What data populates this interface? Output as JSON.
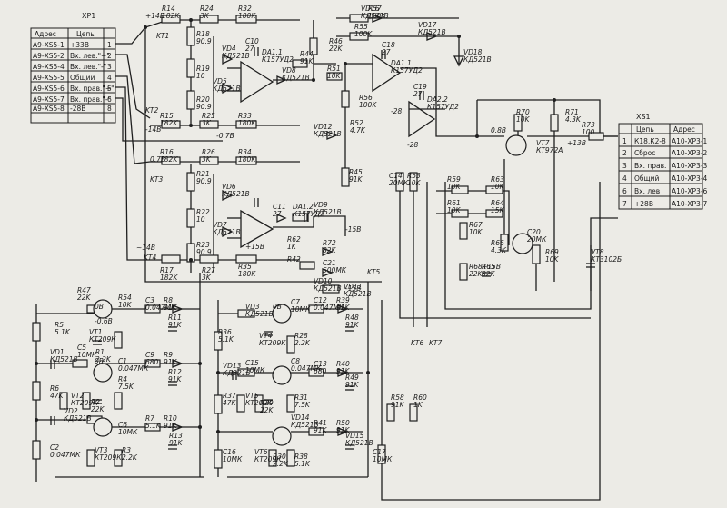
{
  "xp1": {
    "title": "XP1",
    "header": {
      "addr": "Адрес",
      "net": "Цепь"
    },
    "rows": [
      {
        "addr": "А9-XS5-1",
        "net": "+33В",
        "n": "1"
      },
      {
        "addr": "А9-XS5-2",
        "net": "Вх. лев.\"+\"",
        "n": "2"
      },
      {
        "addr": "А9-XS5-4",
        "net": "Вх. лев.\"-\"",
        "n": "3"
      },
      {
        "addr": "А9-XS5-5",
        "net": "Общий",
        "n": "4"
      },
      {
        "addr": "А9-XS5-6",
        "net": "Вх. прав.\"+\"",
        "n": "5"
      },
      {
        "addr": "А9-XS5-7",
        "net": "Вх. прав.\"-\"",
        "n": "6"
      },
      {
        "addr": "А9-XS5-8",
        "net": "-28В",
        "n": "8"
      }
    ]
  },
  "xs1": {
    "title": "XS1",
    "header": {
      "net": "Цепь",
      "addr": "Адрес"
    },
    "rows": [
      {
        "n": "1",
        "net": "К18,К2-8",
        "addr": "А10-XP3-1"
      },
      {
        "n": "2",
        "net": "Сброс",
        "addr": "А10-XP3-2"
      },
      {
        "n": "3",
        "net": "Вх. прав.",
        "addr": "А10-XP3-3"
      },
      {
        "n": "4",
        "net": "Общий",
        "addr": "А10-XP3-4"
      },
      {
        "n": "6",
        "net": "Вх. лев",
        "addr": "А10-XP3-6"
      },
      {
        "n": "7",
        "net": "+28В",
        "addr": "А10-XP3-7"
      }
    ]
  },
  "labels": [
    {
      "t": "R14",
      "v": "182K"
    },
    {
      "t": "R24",
      "v": "3K"
    },
    {
      "t": "R32",
      "v": "180K"
    },
    {
      "t": "R18",
      "v": "90.9"
    },
    {
      "t": "R19",
      "v": "10"
    },
    {
      "t": "R20",
      "v": "90.9"
    },
    {
      "t": "R15",
      "v": "182K"
    },
    {
      "t": "R25",
      "v": "3K"
    },
    {
      "t": "R33",
      "v": "180K"
    },
    {
      "t": "VD4",
      "v": "КД521В"
    },
    {
      "t": "VD5",
      "v": "КД521В"
    },
    {
      "t": "C10",
      "v": "27"
    },
    {
      "t": "DA1.1",
      "v": "К157УД2"
    },
    {
      "t": "VD8",
      "v": "КД521В"
    },
    {
      "t": "R44",
      "v": "91K"
    },
    {
      "t": "R46",
      "v": "22K"
    },
    {
      "t": "R51",
      "v": "10K"
    },
    {
      "t": "R56",
      "v": "100K"
    },
    {
      "t": "R52",
      "v": "4.7K"
    },
    {
      "t": "VD12",
      "v": "КД521В"
    },
    {
      "t": "VD16",
      "v": "КД521В"
    },
    {
      "t": "R57",
      "v": "100K"
    },
    {
      "t": "VD17",
      "v": "КД521В"
    },
    {
      "t": "R55",
      "v": "100K"
    },
    {
      "t": "C18",
      "v": "27"
    },
    {
      "t": "DA1.1",
      "v": "К157УД2"
    },
    {
      "t": "VD18",
      "v": "КД521В"
    },
    {
      "t": "C19",
      "v": "27"
    },
    {
      "t": "DA2.2",
      "v": "К157УД2"
    },
    {
      "t": "R70",
      "v": "10K"
    },
    {
      "t": "R71",
      "v": "4.3K"
    },
    {
      "t": "R73",
      "v": "100"
    },
    {
      "t": "VT7",
      "v": "КТ972А"
    },
    {
      "t": "R16",
      "v": "182K"
    },
    {
      "t": "R26",
      "v": "3K"
    },
    {
      "t": "R34",
      "v": "180K"
    },
    {
      "t": "R21",
      "v": "90.9"
    },
    {
      "t": "R22",
      "v": "10"
    },
    {
      "t": "R23",
      "v": "90.9"
    },
    {
      "t": "R17",
      "v": "182K"
    },
    {
      "t": "R27",
      "v": "3K"
    },
    {
      "t": "R35",
      "v": "180K"
    },
    {
      "t": "VD6",
      "v": "КД521В"
    },
    {
      "t": "VD7",
      "v": "КД521В"
    },
    {
      "t": "C11",
      "v": "27"
    },
    {
      "t": "DA1.2",
      "v": "К157УД2"
    },
    {
      "t": "VD9",
      "v": "КД521В"
    },
    {
      "t": "R45",
      "v": "91K"
    },
    {
      "t": "C14",
      "v": "20МК"
    },
    {
      "t": "R53",
      "v": "10K"
    },
    {
      "t": "R59",
      "v": "10K"
    },
    {
      "t": "R61",
      "v": "10K"
    },
    {
      "t": "R63",
      "v": "10K"
    },
    {
      "t": "R64",
      "v": "15K"
    },
    {
      "t": "R67",
      "v": "10K"
    },
    {
      "t": "R68",
      "v": "22K"
    },
    {
      "t": "R65",
      "v": "82K"
    },
    {
      "t": "R66",
      "v": "4.3K"
    },
    {
      "t": "C20",
      "v": "20МК"
    },
    {
      "t": "R69",
      "v": "10K"
    },
    {
      "t": "VT8",
      "v": "КТ3102Б"
    },
    {
      "t": "R72",
      "v": "82K"
    },
    {
      "t": "C21",
      "v": "500МК"
    },
    {
      "t": "VD10",
      "v": "КД521В"
    },
    {
      "t": "VD11",
      "v": "КД521В"
    },
    {
      "t": "R47",
      "v": "22K"
    },
    {
      "t": "R54",
      "v": "10K"
    },
    {
      "t": "R5",
      "v": "5.1K"
    },
    {
      "t": "VT1",
      "v": "КТ209К"
    },
    {
      "t": "R1",
      "v": "2.2K"
    },
    {
      "t": "C3",
      "v": "0.047МК"
    },
    {
      "t": "R8",
      "v": "91K"
    },
    {
      "t": "R11",
      "v": "91K"
    },
    {
      "t": "VD1",
      "v": "КД521В"
    },
    {
      "t": "C5",
      "v": "10МК"
    },
    {
      "t": "C1",
      "v": "0.047МК"
    },
    {
      "t": "R6",
      "v": "47K"
    },
    {
      "t": "VT2",
      "v": "КТ209К"
    },
    {
      "t": "R2",
      "v": "22K"
    },
    {
      "t": "R4",
      "v": "7.5K"
    },
    {
      "t": "C9",
      "v": "680"
    },
    {
      "t": "R9",
      "v": "91K"
    },
    {
      "t": "R12",
      "v": "91K"
    },
    {
      "t": "VD2",
      "v": "КД521В"
    },
    {
      "t": "C6",
      "v": "10МК"
    },
    {
      "t": "C2",
      "v": "0.047МК"
    },
    {
      "t": "VT3",
      "v": "КТ209К"
    },
    {
      "t": "R3",
      "v": "2.2K"
    },
    {
      "t": "R7",
      "v": "5.1K"
    },
    {
      "t": "R10",
      "v": "91K"
    },
    {
      "t": "R13",
      "v": "91K"
    },
    {
      "t": "VD3",
      "v": "КД521В"
    },
    {
      "t": "C7",
      "v": "10МК"
    },
    {
      "t": "R36",
      "v": "5.1K"
    },
    {
      "t": "VT4",
      "v": "КТ209К"
    },
    {
      "t": "R28",
      "v": "2.2K"
    },
    {
      "t": "C12",
      "v": "0.047МК"
    },
    {
      "t": "R39",
      "v": "91K"
    },
    {
      "t": "R48",
      "v": "91K"
    },
    {
      "t": "VD13",
      "v": "КД521В"
    },
    {
      "t": "C15",
      "v": "10МК"
    },
    {
      "t": "C8",
      "v": "0.047МК"
    },
    {
      "t": "R37",
      "v": "47K"
    },
    {
      "t": "VT5",
      "v": "КТ209К"
    },
    {
      "t": "R29",
      "v": "22K"
    },
    {
      "t": "R31",
      "v": "7.5K"
    },
    {
      "t": "C13",
      "v": "680"
    },
    {
      "t": "R40",
      "v": "91K"
    },
    {
      "t": "R49",
      "v": "91K"
    },
    {
      "t": "VD14",
      "v": "КД521В"
    },
    {
      "t": "C16",
      "v": "10МК"
    },
    {
      "t": "VT6",
      "v": "КТ209К"
    },
    {
      "t": "R30",
      "v": "2.2K"
    },
    {
      "t": "R38",
      "v": "5.1K"
    },
    {
      "t": "R41",
      "v": "91K"
    },
    {
      "t": "R50",
      "v": "91K"
    },
    {
      "t": "VD15",
      "v": "КД521В"
    },
    {
      "t": "C17",
      "v": "10МК"
    },
    {
      "t": "R58",
      "v": "91K"
    },
    {
      "t": "R60",
      "v": "1K"
    },
    {
      "t": "R62",
      "v": "1K"
    },
    {
      "t": "R42",
      "v": ""
    },
    {
      "t": "R43",
      "v": ""
    }
  ],
  "points": [
    "KT1",
    "KT2",
    "KT3",
    "KT4",
    "KT5",
    "KT6",
    "KT7"
  ],
  "rails": [
    "+14В",
    "-14В",
    "~14В",
    "-0.7В",
    "-28",
    "-28",
    "+15В",
    "-15В",
    "+15В",
    "-15В",
    "0.7В",
    "0.8В",
    "+13В",
    "0В",
    "-0.6В",
    "0В",
    "0В"
  ]
}
